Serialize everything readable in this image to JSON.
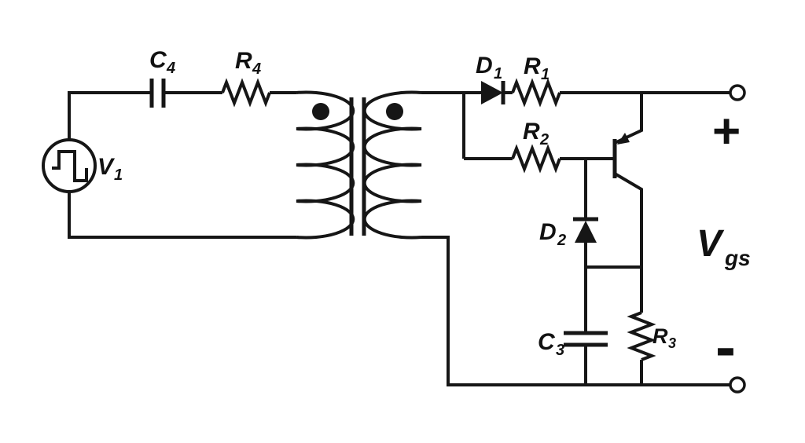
{
  "figure": {
    "type": "circuit-schematic",
    "background": "#ffffff",
    "ink": "#161616",
    "components": {
      "v1": {
        "label": "V",
        "sub": "1",
        "kind": "pulse-voltage-source"
      },
      "c4": {
        "label": "C",
        "sub": "4",
        "kind": "capacitor"
      },
      "r4": {
        "label": "R",
        "sub": "4",
        "kind": "resistor"
      },
      "transformer": {
        "kind": "transformer-with-polarity-dots"
      },
      "d1": {
        "label": "D",
        "sub": "1",
        "kind": "diode"
      },
      "r1": {
        "label": "R",
        "sub": "1",
        "kind": "resistor"
      },
      "r2": {
        "label": "R",
        "sub": "2",
        "kind": "resistor"
      },
      "q1": {
        "kind": "pnp-transistor"
      },
      "d2": {
        "label": "D",
        "sub": "2",
        "kind": "diode"
      },
      "c3": {
        "label": "C",
        "sub": "3",
        "kind": "capacitor"
      },
      "r3": {
        "label": "R",
        "sub": "3",
        "kind": "resistor"
      }
    },
    "output": {
      "voltage_label": "V",
      "voltage_sub": "gs",
      "positive_sign": "+",
      "negative_sign": "-"
    }
  }
}
